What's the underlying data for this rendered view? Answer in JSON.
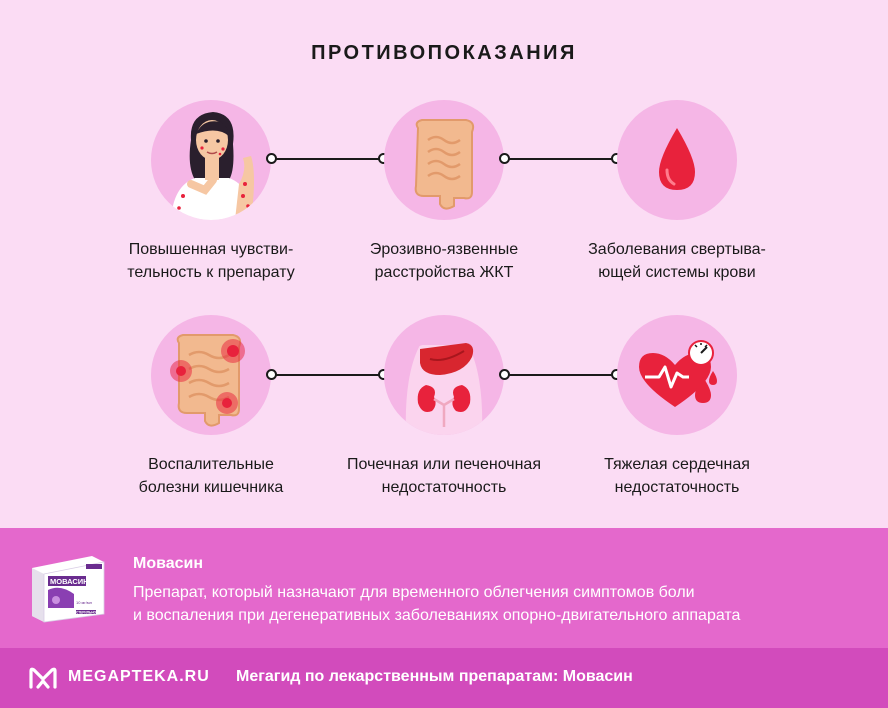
{
  "title": "ПРОТИВОПОКАЗАНИЯ",
  "items": [
    {
      "line1": "Повышенная чувстви-",
      "line2": "тельность к препарату",
      "icon": "allergic-woman-icon"
    },
    {
      "line1": "Эрозивно-язвенные",
      "line2": "расстройства ЖКТ",
      "icon": "intestine-icon"
    },
    {
      "line1": "Заболевания свертыва-",
      "line2": "ющей системы крови",
      "icon": "blood-drop-icon"
    },
    {
      "line1": "Воспалительные",
      "line2": "болезни кишечника",
      "icon": "inflamed-intestine-icon"
    },
    {
      "line1": "Почечная или печеночная",
      "line2": "недостаточность",
      "icon": "kidney-liver-icon"
    },
    {
      "line1": "Тяжелая сердечная",
      "line2": "недостаточность",
      "icon": "heart-failure-icon"
    }
  ],
  "drug": {
    "name": "Мовасин",
    "description_line1": "Препарат, который назначают для временного облегчения симптомов боли",
    "description_line2": "и воспаления при дегенеративных заболеваниях опорно-двигательного аппарата",
    "package_label": "МОВАСИН",
    "package_small": "10 мг/мл",
    "package_bottom": "СТЕРИЛЬНО"
  },
  "footer": {
    "logo": "MEGAPTEKA.RU",
    "text": "Мегагид по лекарственным препаратам: Мовасин"
  },
  "colors": {
    "background": "#fbdcf4",
    "circle": "#f5b6e6",
    "info_band": "#e468cc",
    "footer_band": "#d24bbc",
    "accent_red": "#e8223c",
    "organ": "#f2b98f"
  }
}
